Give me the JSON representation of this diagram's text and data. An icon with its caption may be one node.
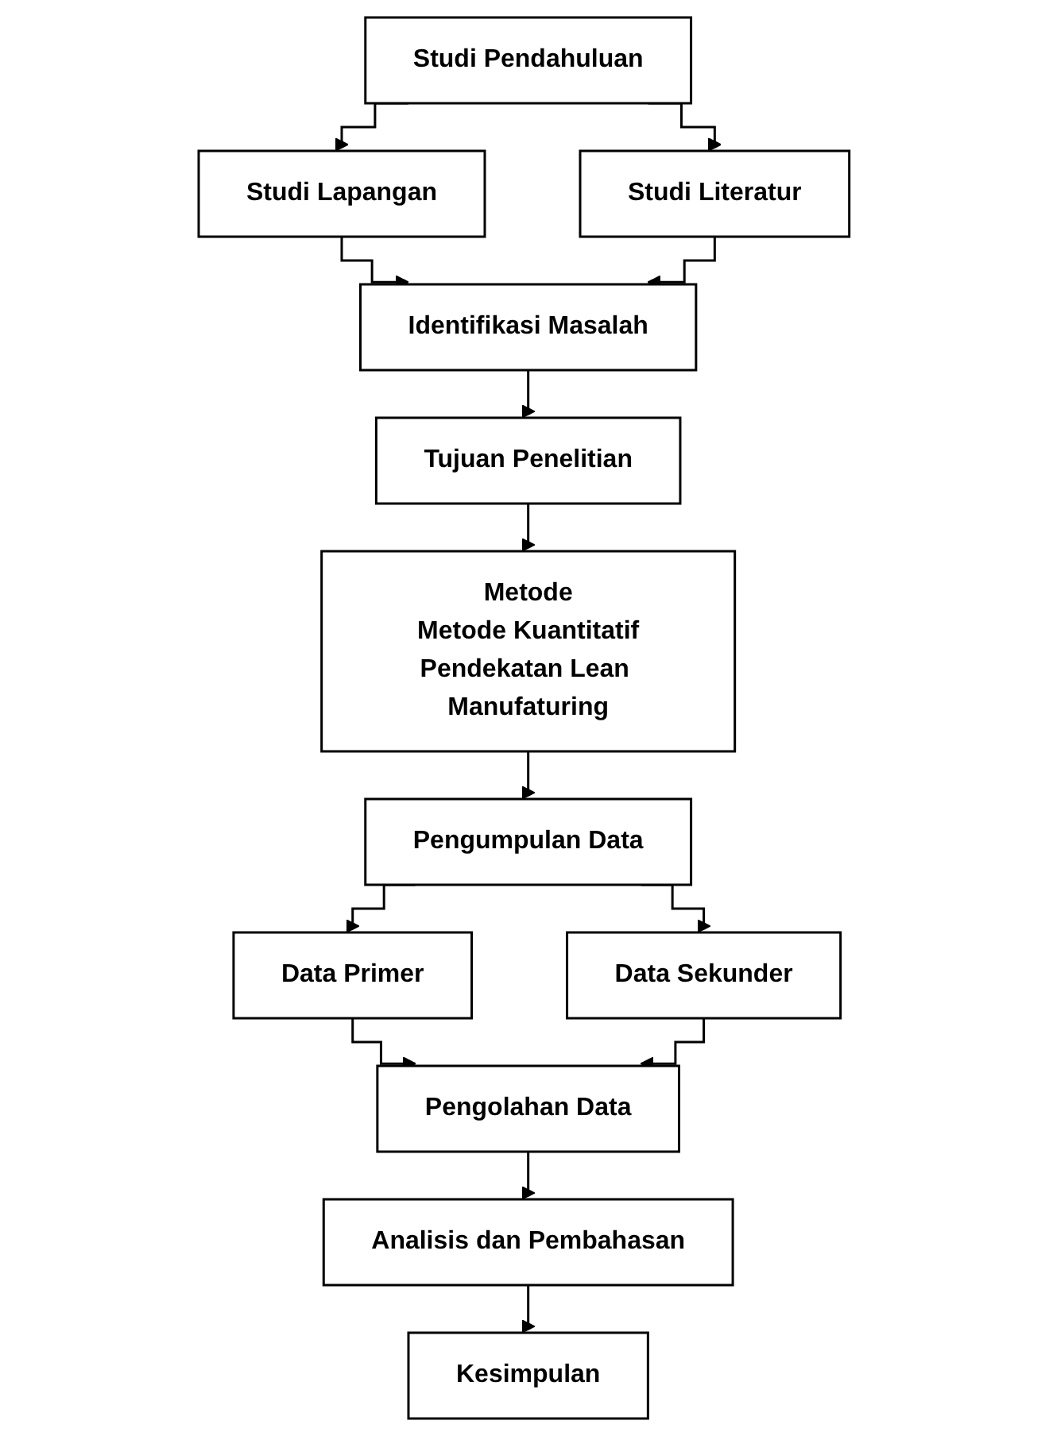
{
  "diagram": {
    "nodes": [
      {
        "text": [
          "Studi Pendahuluan"
        ]
      },
      {
        "text": [
          "Studi Lapangan"
        ]
      },
      {
        "text": [
          "Studi Literatur"
        ]
      },
      {
        "text": [
          "Identifikasi Masalah"
        ]
      },
      {
        "text": [
          "Tujuan Penelitian"
        ]
      },
      {
        "text": [
          "Metode",
          "Metode Kuantitatif",
          "Pendekatan Lean Manufaturing"
        ]
      },
      {
        "text": [
          "Pengumpulan Data"
        ]
      },
      {
        "text": [
          "Data Primer"
        ]
      },
      {
        "text": [
          "Data Sekunder"
        ]
      },
      {
        "text": [
          "Pengolahan Data"
        ]
      },
      {
        "text": [
          "Analisis dan Pembahasan"
        ]
      },
      {
        "text": [
          "Kesimpulan"
        ]
      }
    ],
    "edges": [
      {
        "from": 0,
        "to": 1,
        "arrow": "to"
      },
      {
        "from": 0,
        "to": 2,
        "arrow": "to"
      },
      {
        "from": 1,
        "to": 3,
        "arrow": "to"
      },
      {
        "from": 2,
        "to": 3,
        "arrow": "to"
      },
      {
        "from": 3,
        "to": 4,
        "arrow": "to"
      },
      {
        "from": 4,
        "to": 5,
        "arrow": "to"
      },
      {
        "from": 5,
        "to": 6,
        "arrow": "to"
      },
      {
        "from": 6,
        "to": 7,
        "arrow": "to"
      },
      {
        "from": 6,
        "to": 8,
        "arrow": "to"
      },
      {
        "from": 7,
        "to": 9,
        "arrow": "to"
      },
      {
        "from": 8,
        "to": 9,
        "arrow": "to"
      },
      {
        "from": 9,
        "to": 10,
        "arrow": "to"
      },
      {
        "from": 10,
        "to": 11,
        "arrow": "to"
      }
    ]
  }
}
